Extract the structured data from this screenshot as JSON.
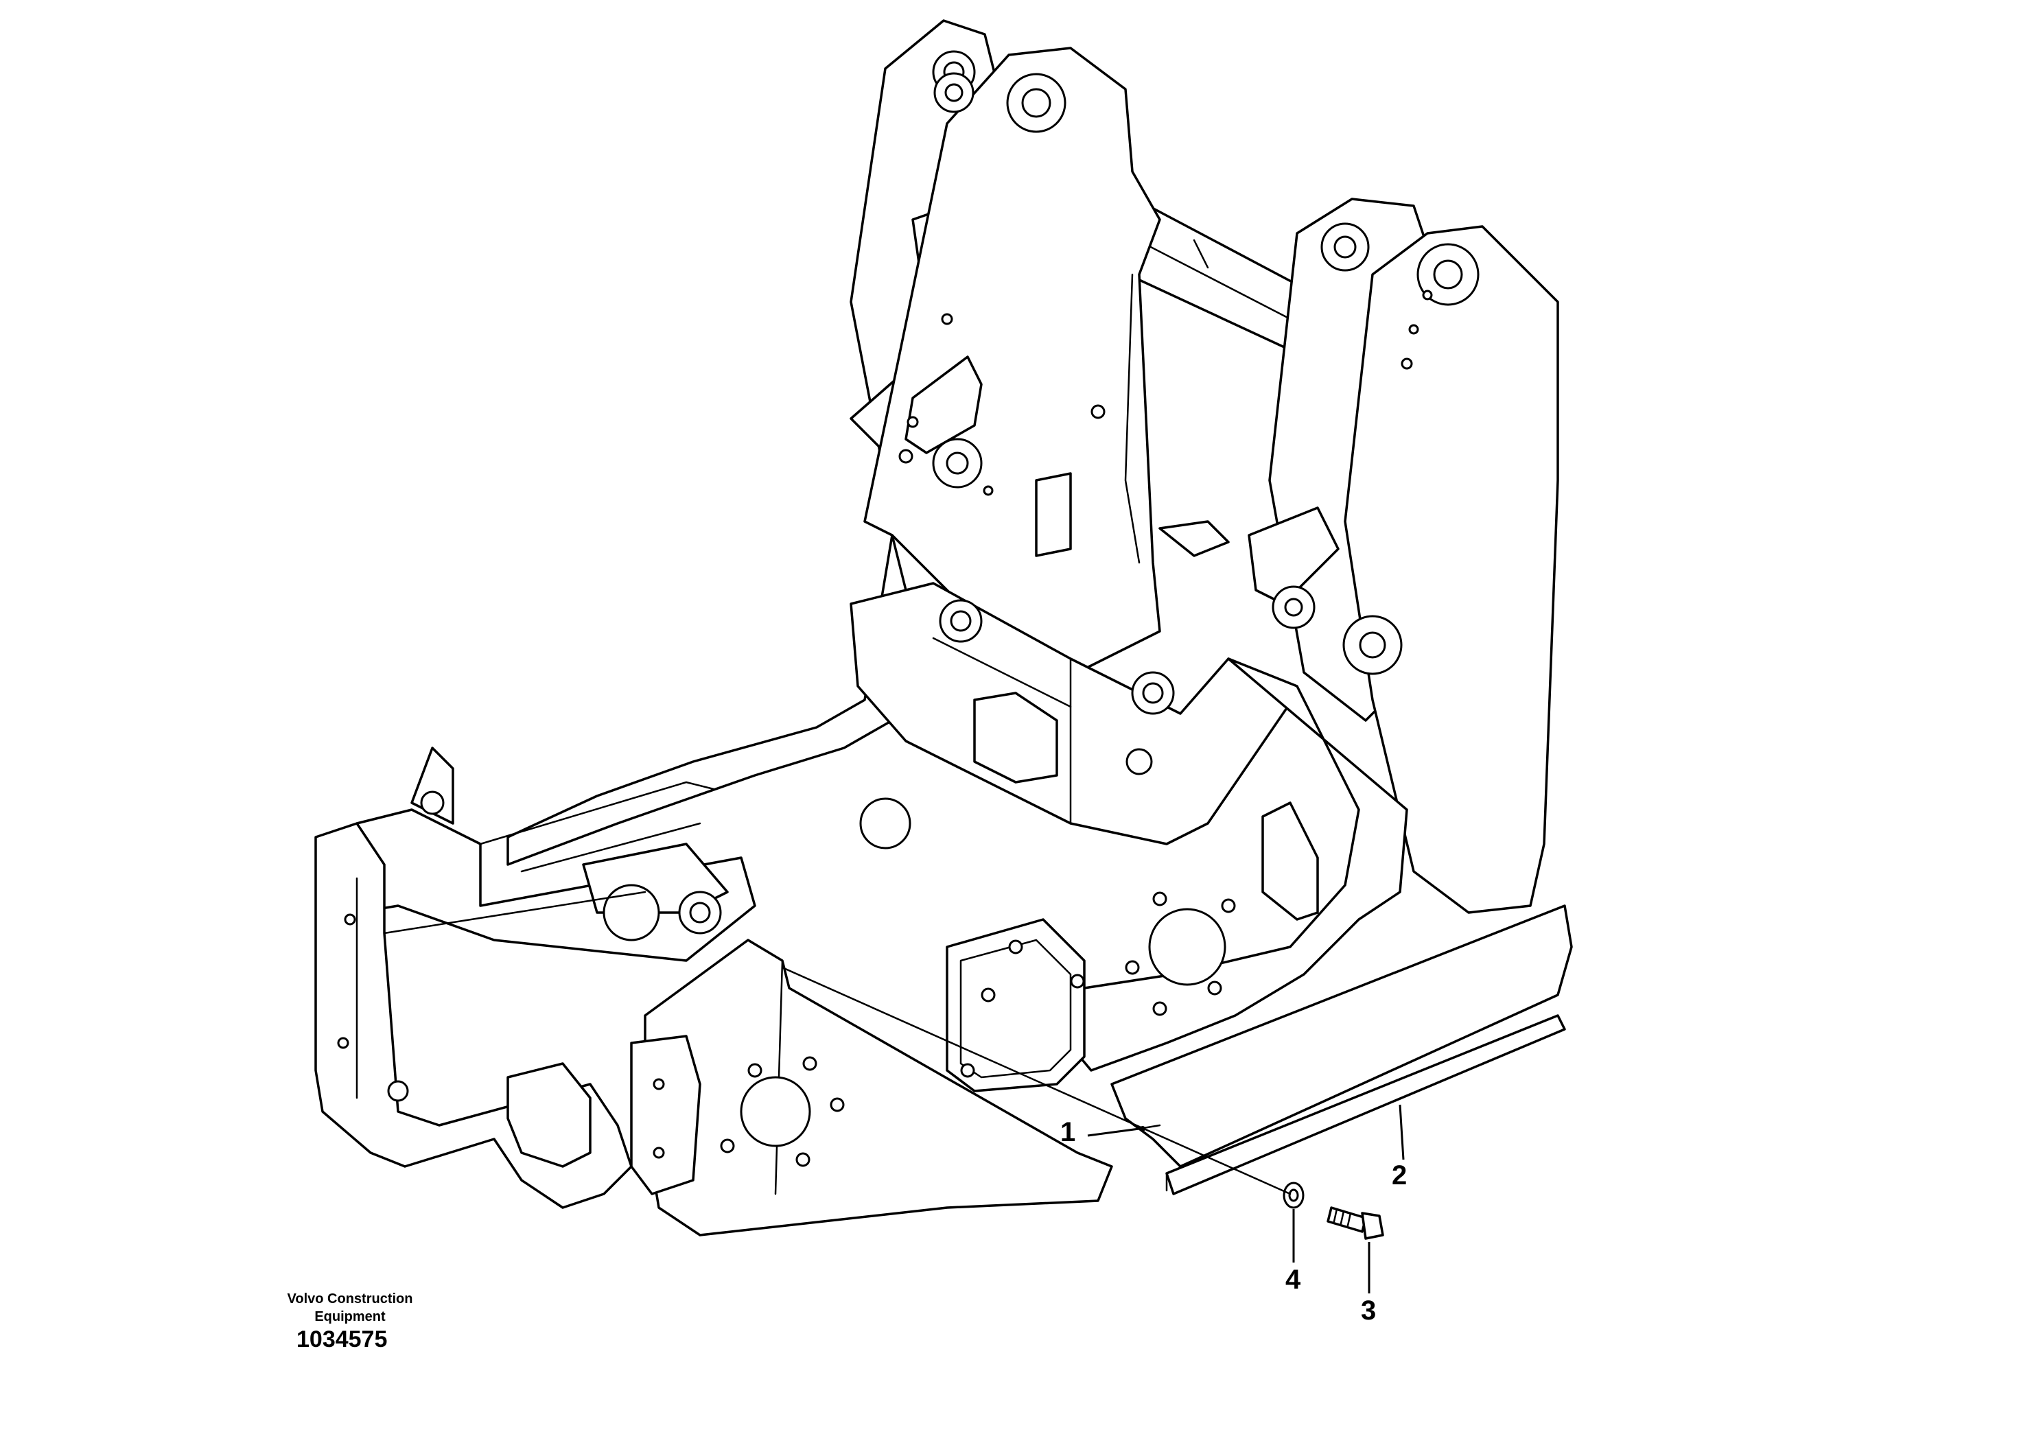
{
  "callouts": {
    "c1": "1",
    "c2": "2",
    "c3": "3",
    "c4": "4"
  },
  "credit": {
    "line1": "Volvo Construction",
    "line2": "Equipment"
  },
  "figure_number": "1034575",
  "colors": {
    "line": "#000000",
    "background": "#ffffff"
  }
}
